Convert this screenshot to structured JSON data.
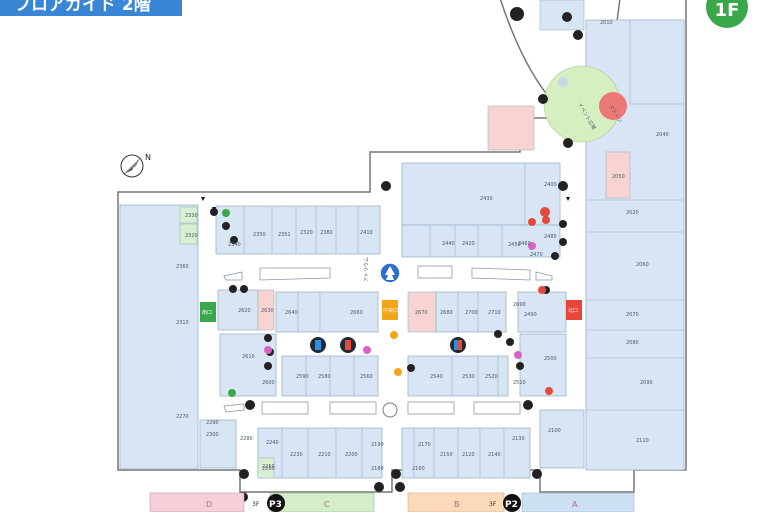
{
  "header": {
    "title": "フロアガイド 2階",
    "floor_badge": "1F"
  },
  "colors": {
    "shop": "#d7e5f4",
    "shop_stroke": "#9fb4c8",
    "corridor": "#ffffff",
    "outline": "#777777",
    "green_shop": "#d9efd2",
    "pink_shop": "#f7d4d2",
    "event_plaza": "#d6efc0",
    "stage": "#e74c4c",
    "title_bg": "#3a86d6",
    "badge_bg": "#3aa84a",
    "parking_d": "#f6cfd8",
    "parking_c": "#d3eec9",
    "parking_b": "#fcd9b8",
    "parking_a": "#cde0f4"
  },
  "compass": {
    "label": "N"
  },
  "event_plaza": {
    "label": "イベント広場",
    "stage_label": "ステージ"
  },
  "atrium": {
    "label": "アトリウム"
  },
  "shops": {
    "s2330": "2330",
    "s2320": "2320",
    "s2360": "2360",
    "s2340": "2340",
    "s2350": "2350",
    "s2351": "2351",
    "s2320b": "2320",
    "s2380": "2380",
    "s2410": "2410",
    "s2310": "2310",
    "s2270": "2270",
    "s2630": "2630",
    "s2620": "2620",
    "s2640": "2640",
    "s2670": "2670",
    "s2680": "2680",
    "s2700": "2700",
    "s2660": "2660",
    "s2690": "2690",
    "s2610": "2610",
    "s2520": "2520",
    "s2540": "2540",
    "s2530": "2530",
    "s2560": "2560",
    "s2580": "2580",
    "s2590": "2590",
    "s2240": "2240",
    "s2250": "2250",
    "s2230": "2230",
    "s2200": "2200",
    "s2210": "2210",
    "s2170": "2170",
    "s2150": "2150",
    "s2160": "2160",
    "s2140": "2140",
    "s2120": "2120",
    "s2130": "2130",
    "s2110": "2110",
    "s2100": "2100",
    "s2090": "2090",
    "s2080": "2080",
    "s2070": "2070",
    "s2060": "2060",
    "s2050": "2050",
    "s2040": "2040",
    "s2020": "2020",
    "s2010": "2010",
    "s2440": "2440",
    "s2430": "2430",
    "s2420": "2420",
    "s2480": "2480",
    "s2470": "2470",
    "s2460": "2460",
    "s2450": "2450",
    "s2400": "2400",
    "s2490": "2490",
    "s2500": "2500",
    "s2510": "2510",
    "s2260": "2260",
    "s2280": "2280",
    "s2290": "2290",
    "s2300": "2300",
    "s2190": "2190",
    "s2180": "2180",
    "s2600": "2600",
    "s2710": "2710"
  },
  "parking": [
    {
      "zone": "D",
      "label": "D"
    },
    {
      "zone": "C",
      "label": "C"
    },
    {
      "zone": "B",
      "label": "B"
    },
    {
      "zone": "A",
      "label": "A"
    }
  ],
  "parking_signs": [
    {
      "label": "P3",
      "floor": "3F"
    },
    {
      "label": "P2",
      "floor": "3F"
    }
  ],
  "info_signs": {
    "south_exit": "南口",
    "north_exit": "北口",
    "central_exit": "中央口"
  }
}
